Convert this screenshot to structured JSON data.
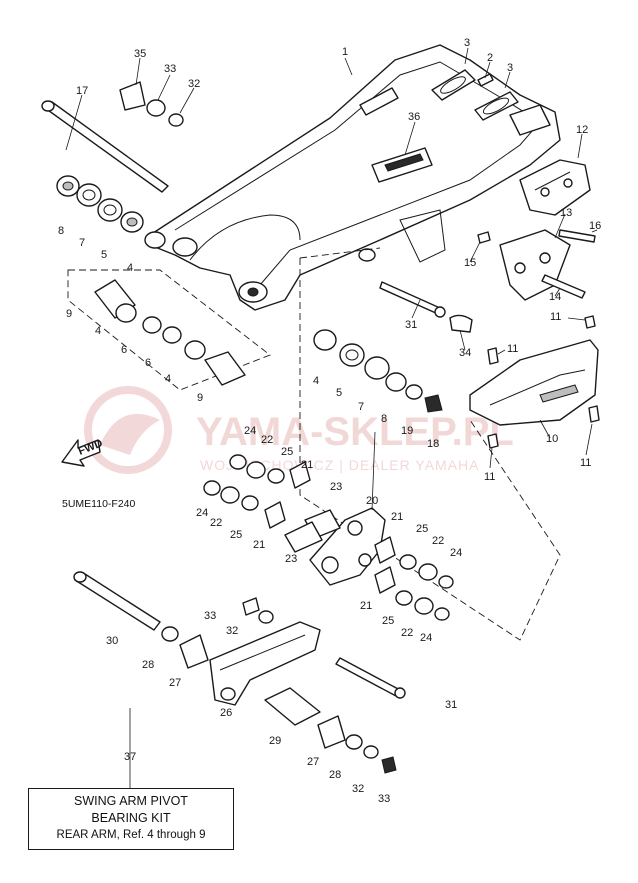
{
  "watermark": {
    "title": "YAMA-SKLEP.PL",
    "subtitle": "WOJCIECHOWICZ | DEALER YAMAHA",
    "color": "#e8b8b8"
  },
  "diagram_code": "5UME110-F240",
  "fwd_label": "FWD",
  "kit_box": {
    "line1": "SWING ARM PIVOT",
    "line2": "BEARING KIT",
    "line3": "REAR ARM, Ref. 4 through 9"
  },
  "callouts": [
    {
      "id": "c1",
      "text": "1"
    },
    {
      "id": "c2",
      "text": "2"
    },
    {
      "id": "c3a",
      "text": "3"
    },
    {
      "id": "c3b",
      "text": "3"
    },
    {
      "id": "c35",
      "text": "35"
    },
    {
      "id": "c33a",
      "text": "33"
    },
    {
      "id": "c32a",
      "text": "32"
    },
    {
      "id": "c17",
      "text": "17"
    },
    {
      "id": "c36",
      "text": "36"
    },
    {
      "id": "c12",
      "text": "12"
    },
    {
      "id": "c13",
      "text": "13"
    },
    {
      "id": "c16",
      "text": "16"
    },
    {
      "id": "c15",
      "text": "15"
    },
    {
      "id": "c14",
      "text": "14"
    },
    {
      "id": "c8a",
      "text": "8"
    },
    {
      "id": "c7a",
      "text": "7"
    },
    {
      "id": "c5a",
      "text": "5"
    },
    {
      "id": "c4a",
      "text": "4"
    },
    {
      "id": "c9a",
      "text": "9"
    },
    {
      "id": "c4b",
      "text": "4"
    },
    {
      "id": "c6a",
      "text": "6"
    },
    {
      "id": "c6b",
      "text": "6"
    },
    {
      "id": "c4c",
      "text": "4"
    },
    {
      "id": "c9b",
      "text": "9"
    },
    {
      "id": "c31a",
      "text": "31"
    },
    {
      "id": "c34",
      "text": "34"
    },
    {
      "id": "c11a",
      "text": "11"
    },
    {
      "id": "c11b",
      "text": "11"
    },
    {
      "id": "c4d",
      "text": "4"
    },
    {
      "id": "c5b",
      "text": "5"
    },
    {
      "id": "c7b",
      "text": "7"
    },
    {
      "id": "c8b",
      "text": "8"
    },
    {
      "id": "c19",
      "text": "19"
    },
    {
      "id": "c18",
      "text": "18"
    },
    {
      "id": "c10",
      "text": "10"
    },
    {
      "id": "c11c",
      "text": "11"
    },
    {
      "id": "c11d",
      "text": "11"
    },
    {
      "id": "c24a",
      "text": "24"
    },
    {
      "id": "c22a",
      "text": "22"
    },
    {
      "id": "c25a",
      "text": "25"
    },
    {
      "id": "c21a",
      "text": "21"
    },
    {
      "id": "c24b",
      "text": "24"
    },
    {
      "id": "c22b",
      "text": "22"
    },
    {
      "id": "c25b",
      "text": "25"
    },
    {
      "id": "c21b",
      "text": "21"
    },
    {
      "id": "c23a",
      "text": "23"
    },
    {
      "id": "c20",
      "text": "20"
    },
    {
      "id": "c23b",
      "text": "23"
    },
    {
      "id": "c21c",
      "text": "21"
    },
    {
      "id": "c25c",
      "text": "25"
    },
    {
      "id": "c22c",
      "text": "22"
    },
    {
      "id": "c24c",
      "text": "24"
    },
    {
      "id": "c21d",
      "text": "21"
    },
    {
      "id": "c25d",
      "text": "25"
    },
    {
      "id": "c22d",
      "text": "22"
    },
    {
      "id": "c24d",
      "text": "24"
    },
    {
      "id": "c30",
      "text": "30"
    },
    {
      "id": "c33b",
      "text": "33"
    },
    {
      "id": "c32b",
      "text": "32"
    },
    {
      "id": "c28a",
      "text": "28"
    },
    {
      "id": "c27a",
      "text": "27"
    },
    {
      "id": "c26",
      "text": "26"
    },
    {
      "id": "c31b",
      "text": "31"
    },
    {
      "id": "c29",
      "text": "29"
    },
    {
      "id": "c27b",
      "text": "27"
    },
    {
      "id": "c28b",
      "text": "28"
    },
    {
      "id": "c32c",
      "text": "32"
    },
    {
      "id": "c33c",
      "text": "33"
    },
    {
      "id": "c37",
      "text": "37"
    }
  ]
}
